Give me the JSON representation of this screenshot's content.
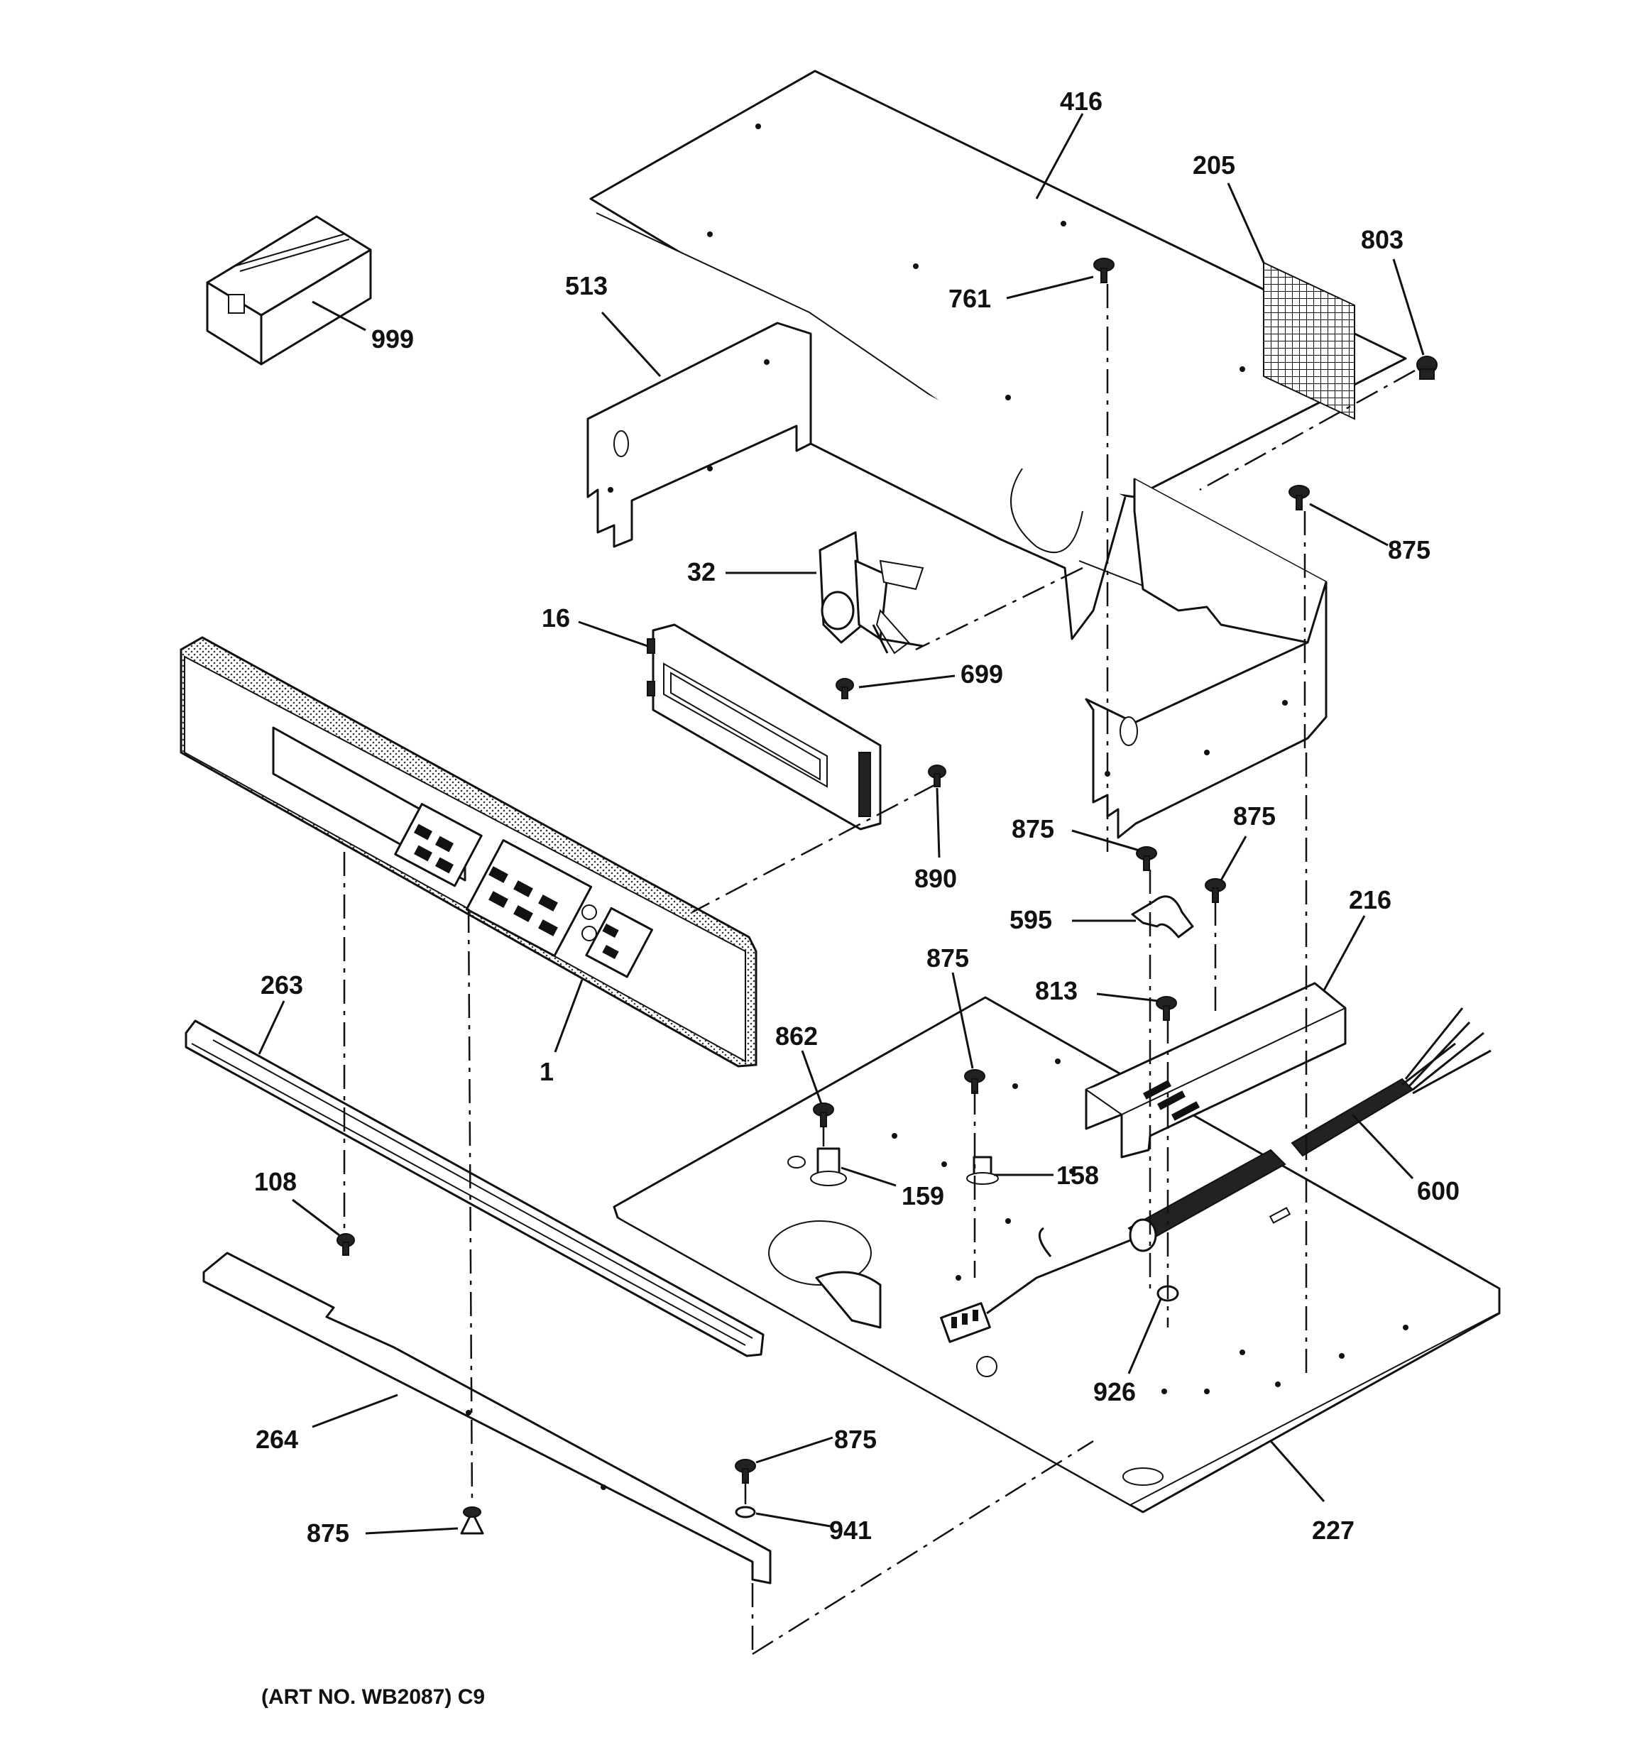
{
  "caption": "(ART NO. WB2087) C9",
  "callouts": [
    {
      "id": "999",
      "text": "999"
    },
    {
      "id": "416",
      "text": "416"
    },
    {
      "id": "205",
      "text": "205"
    },
    {
      "id": "803",
      "text": "803"
    },
    {
      "id": "513",
      "text": "513"
    },
    {
      "id": "761",
      "text": "761"
    },
    {
      "id": "875a",
      "text": "875"
    },
    {
      "id": "32",
      "text": "32"
    },
    {
      "id": "16",
      "text": "16"
    },
    {
      "id": "699",
      "text": "699"
    },
    {
      "id": "890",
      "text": "890"
    },
    {
      "id": "875b",
      "text": "875"
    },
    {
      "id": "875c",
      "text": "875"
    },
    {
      "id": "595",
      "text": "595"
    },
    {
      "id": "216",
      "text": "216"
    },
    {
      "id": "875d",
      "text": "875"
    },
    {
      "id": "813",
      "text": "813"
    },
    {
      "id": "263",
      "text": "263"
    },
    {
      "id": "862",
      "text": "862"
    },
    {
      "id": "1",
      "text": "1"
    },
    {
      "id": "158",
      "text": "158"
    },
    {
      "id": "159",
      "text": "159"
    },
    {
      "id": "600",
      "text": "600"
    },
    {
      "id": "108",
      "text": "108"
    },
    {
      "id": "926",
      "text": "926"
    },
    {
      "id": "264",
      "text": "264"
    },
    {
      "id": "875e",
      "text": "875"
    },
    {
      "id": "941",
      "text": "941"
    },
    {
      "id": "875f",
      "text": "875"
    },
    {
      "id": "227",
      "text": "227"
    }
  ]
}
